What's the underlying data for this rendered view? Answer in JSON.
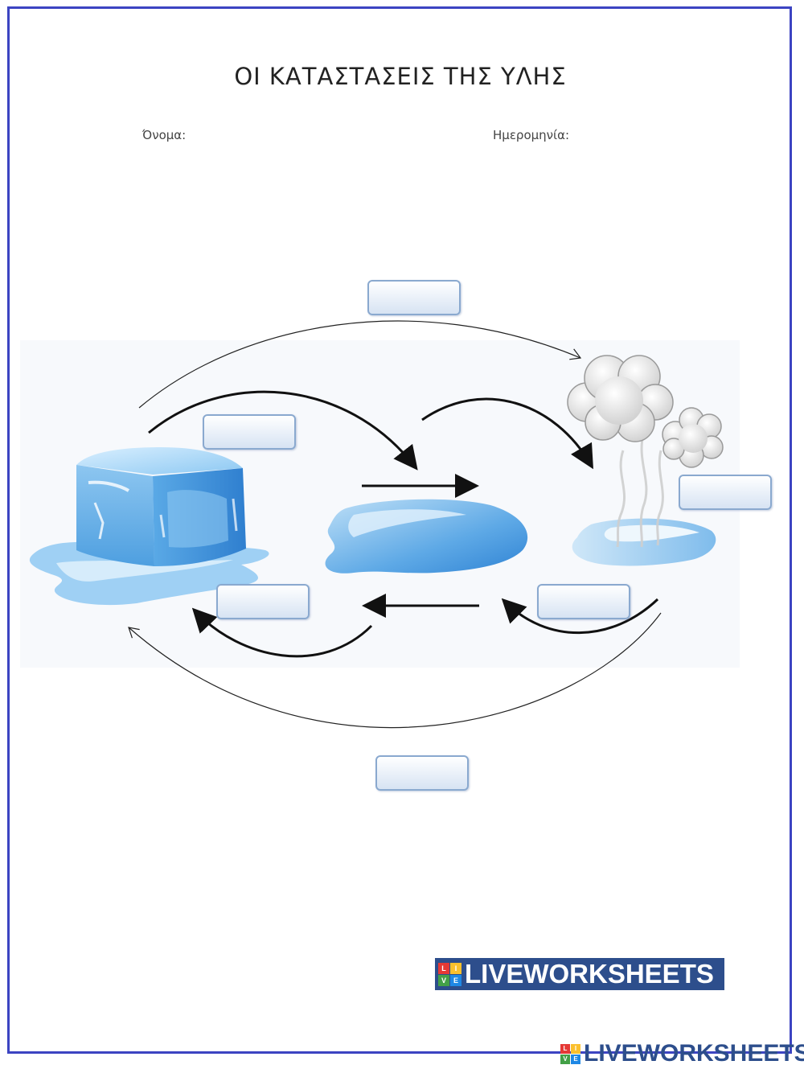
{
  "worksheet": {
    "title": "ΟΙ ΚΑΤΑΣΤΑΣΕΙΣ ΤΗΣ ΥΛΗΣ",
    "name_label": "Όνομα:",
    "date_label": "Ημερομηνία:"
  },
  "answer_boxes": [
    {
      "id": "top-arc",
      "value": ""
    },
    {
      "id": "ice-to-water",
      "value": ""
    },
    {
      "id": "steam-side",
      "value": ""
    },
    {
      "id": "water-to-ice",
      "value": ""
    },
    {
      "id": "steam-to-water",
      "value": ""
    },
    {
      "id": "bottom-arc",
      "value": ""
    }
  ],
  "branding": {
    "logo_text": "LIVEWORKSHEETS",
    "mark_letters": [
      "L",
      "I",
      "V",
      "E"
    ]
  },
  "colors": {
    "frame": "#3c44c2",
    "brand": "#2d4e8c",
    "ice": "#6fb4ea",
    "water": "#4b9be0",
    "box_border": "#8aa9cf"
  }
}
